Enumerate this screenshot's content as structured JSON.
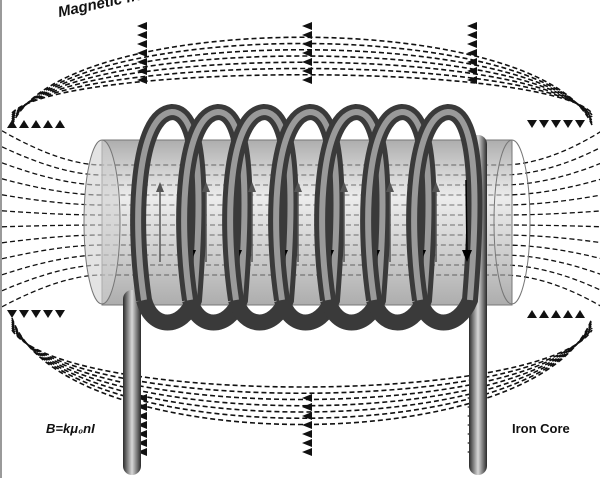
{
  "labels": {
    "magnetic_field": "Magnetic field",
    "equation": "B=kμ₀nI",
    "iron_core": "Iron Core"
  },
  "diagram": {
    "coil_turns": 7,
    "field_line_color": "#111111",
    "coil_color": "#555555",
    "core_color": "#b8b8b8"
  }
}
